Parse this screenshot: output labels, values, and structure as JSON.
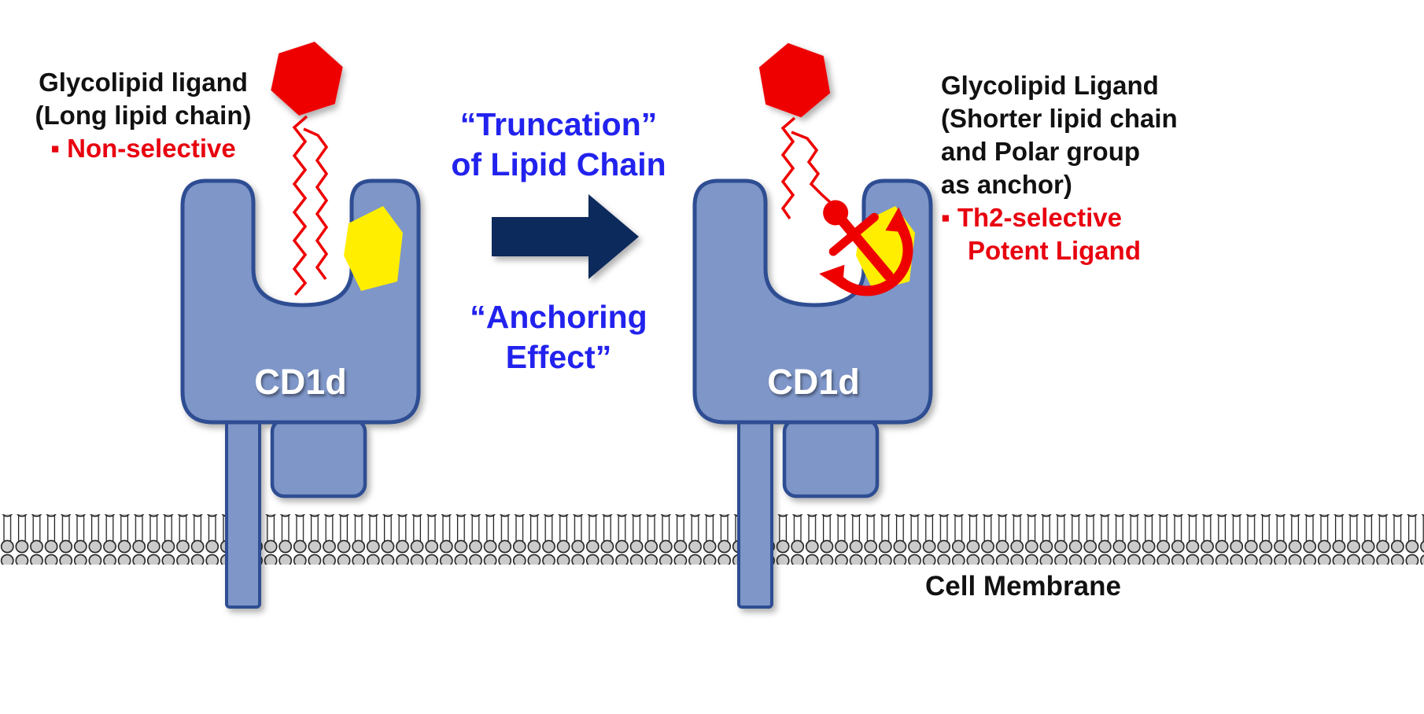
{
  "left_panel": {
    "heading_line1": "Glycolipid ligand",
    "heading_line2": "(Long lipid chain)",
    "property_bullet": "▪ Non-selective",
    "receptor_label": "CD1d"
  },
  "transition": {
    "top_line1": "“Truncation”",
    "top_line2": "of Lipid Chain",
    "bottom_line1": "“Anchoring",
    "bottom_line2": "Effect”"
  },
  "right_panel": {
    "heading_line1": "Glycolipid Ligand",
    "heading_line2": "(Shorter lipid chain",
    "heading_line3": "and Polar group",
    "heading_line4": "as anchor)",
    "property_bullet_line1": "▪ Th2-selective",
    "property_bullet_line2": "Potent Ligand",
    "receptor_label": "CD1d"
  },
  "membrane": {
    "label": "Cell Membrane"
  },
  "icons": {
    "glycan_head": "hexagon-sugar-icon",
    "lipid_chain": "zigzag-lipid-chain-icon",
    "anchor": "anchor-icon",
    "arrow": "right-block-arrow-icon",
    "membrane": "lipid-bilayer-icon"
  },
  "colors": {
    "receptor_blue": "#7e96c8",
    "receptor_stroke": "#2d4d92",
    "ligand_red": "#ee0000",
    "pocket_yellow": "#ffee00",
    "arrow_navy": "#0d2a5c",
    "text_blue": "#2222ee",
    "text_red": "#e8000f",
    "membrane_gray": "#cbcbcb"
  }
}
